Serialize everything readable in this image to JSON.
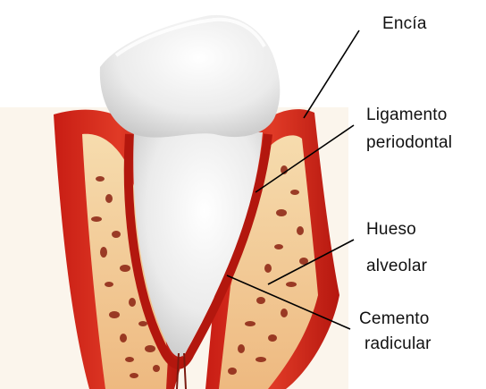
{
  "labels": {
    "encia": "Encía",
    "ligamento_line1": "Ligamento",
    "ligamento_line2": "periodontal",
    "hueso_line1": "Hueso",
    "hueso_line2": "alveolar",
    "cemento_line1": "Cemento",
    "cemento_line2": "radicular"
  },
  "colors": {
    "gum": "#d8261b",
    "gum_dark": "#a8150f",
    "bone": "#f3cf9a",
    "bone_pore": "#8b2212",
    "tooth": "#eeeeee",
    "tooth_shadow": "#c9c9c9",
    "leader_line": "#000000"
  }
}
